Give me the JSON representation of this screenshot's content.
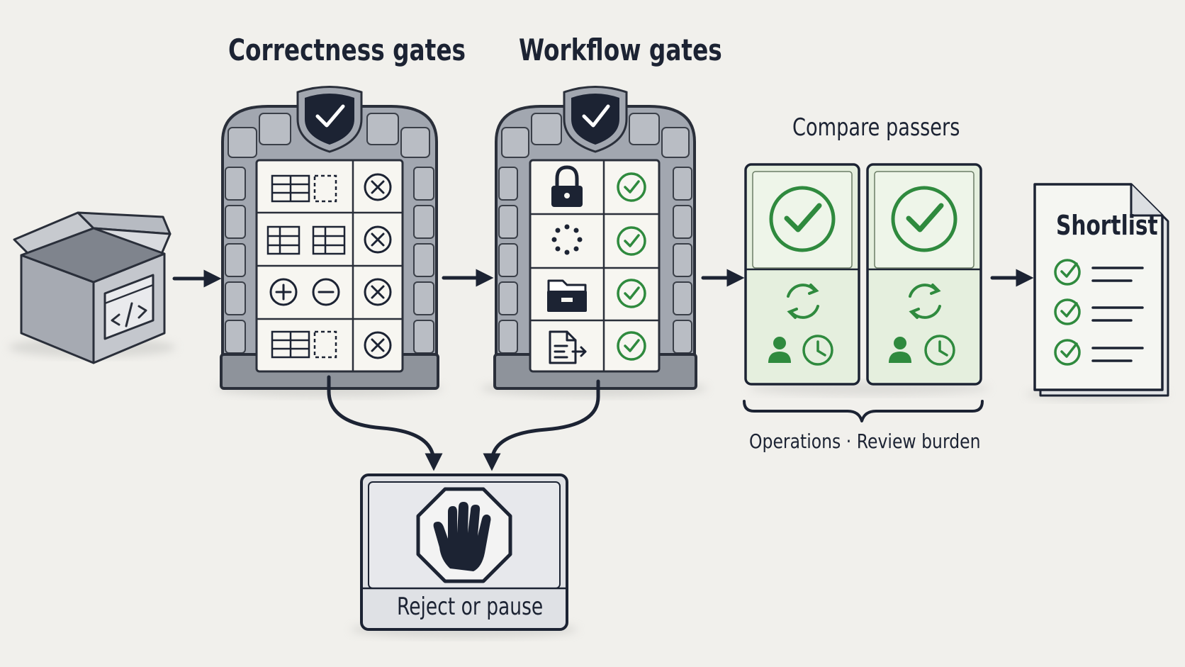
{
  "labels": {
    "correctness_title": "Correctness gates",
    "workflow_title": "Workflow gates",
    "compare_title": "Compare passers",
    "shortlist_title": "Shortlist",
    "compare_caption": "Operations · Review burden",
    "reject_label": "Reject or pause"
  },
  "colors": {
    "ink": "#1c2333",
    "stone": "#9aa0a8",
    "stone_dark": "#5c6068",
    "pass_green": "#2f8a3e",
    "panel": "#f7f6f1",
    "card_green": "#e3efdc"
  },
  "icons": {
    "input": "code-box-icon",
    "gate_badge": "shield-check-icon",
    "fail": "x-circle-icon",
    "pass": "check-circle-icon",
    "stop": "stop-hand-icon",
    "cycle": "refresh-icon",
    "person": "person-icon",
    "clock": "clock-icon",
    "document": "document-icon"
  }
}
